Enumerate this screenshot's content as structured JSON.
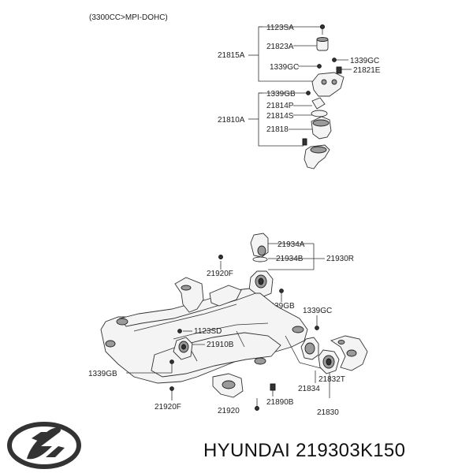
{
  "header": {
    "engine_note": "(3300CC>MPI-DOHC)"
  },
  "labels": {
    "p1123SA": "1123SA",
    "p21823A": "21823A",
    "p21815A": "21815A",
    "p1339GC_a": "1339GC",
    "p1339GC_b": "1339GC",
    "p21821E": "21821E",
    "p1339GB_a": "1339GB",
    "p21814P": "21814P",
    "p21814S": "21814S",
    "p21810A": "21810A",
    "p21818": "21818",
    "p21934A": "21934A",
    "p21934B": "21934B",
    "p21930R": "21930R",
    "p21920F_a": "21920F",
    "p1339GB_b": "1339GB",
    "p1339GC_c": "1339GC",
    "p1123SD": "1123SD",
    "p21910B": "21910B",
    "p1339GB_c": "1339GB",
    "p21832T": "21832T",
    "p21834": "21834",
    "p21890B": "21890B",
    "p21920F_b": "21920F",
    "p21920": "21920",
    "p21830": "21830"
  },
  "footer": {
    "part_caption": "HYUNDAI 219303K150"
  }
}
